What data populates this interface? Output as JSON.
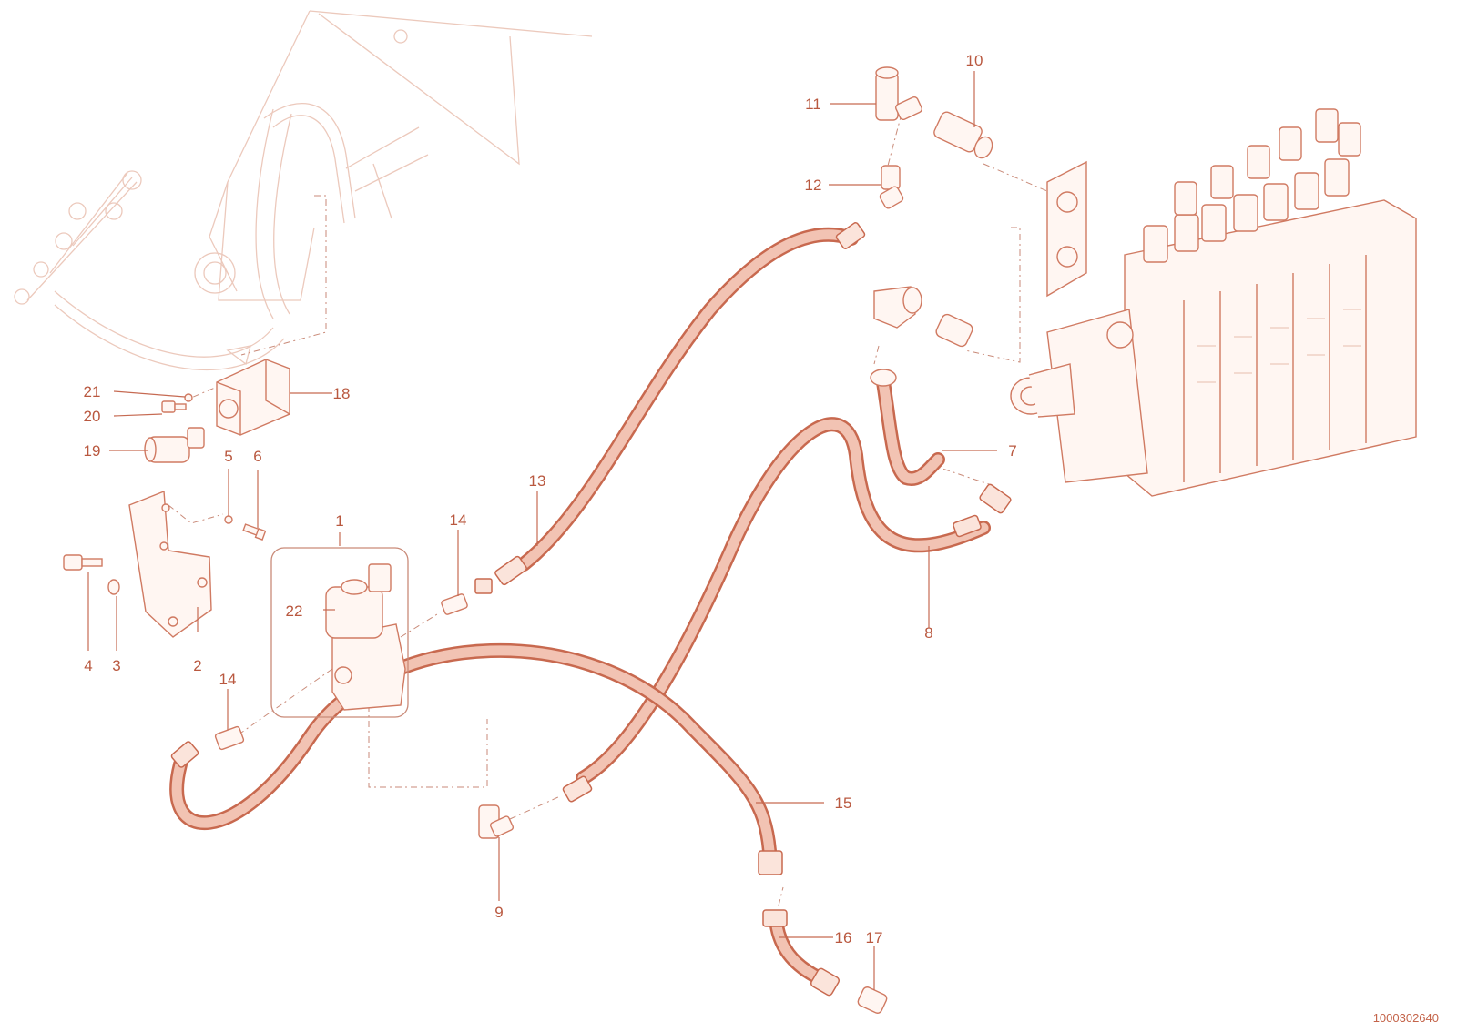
{
  "diagram": {
    "reference_number": "1000302640",
    "callouts": [
      {
        "id": "c1",
        "text": "1"
      },
      {
        "id": "c2",
        "text": "2"
      },
      {
        "id": "c3",
        "text": "3"
      },
      {
        "id": "c4",
        "text": "4"
      },
      {
        "id": "c5",
        "text": "5"
      },
      {
        "id": "c6",
        "text": "6"
      },
      {
        "id": "c7",
        "text": "7"
      },
      {
        "id": "c8",
        "text": "8"
      },
      {
        "id": "c9",
        "text": "9"
      },
      {
        "id": "c10",
        "text": "10"
      },
      {
        "id": "c11",
        "text": "11"
      },
      {
        "id": "c12",
        "text": "12"
      },
      {
        "id": "c13",
        "text": "13"
      },
      {
        "id": "c14a",
        "text": "14"
      },
      {
        "id": "c14b",
        "text": "14"
      },
      {
        "id": "c15",
        "text": "15"
      },
      {
        "id": "c16",
        "text": "16"
      },
      {
        "id": "c17",
        "text": "17"
      },
      {
        "id": "c18",
        "text": "18"
      },
      {
        "id": "c19",
        "text": "19"
      },
      {
        "id": "c20",
        "text": "20"
      },
      {
        "id": "c21",
        "text": "21"
      },
      {
        "id": "c22",
        "text": "22"
      }
    ],
    "colors": {
      "line": "#c8694f",
      "hose_fill": "#f2c3b3",
      "label": "#b9583f",
      "ghost": "#ecc9bc"
    }
  }
}
